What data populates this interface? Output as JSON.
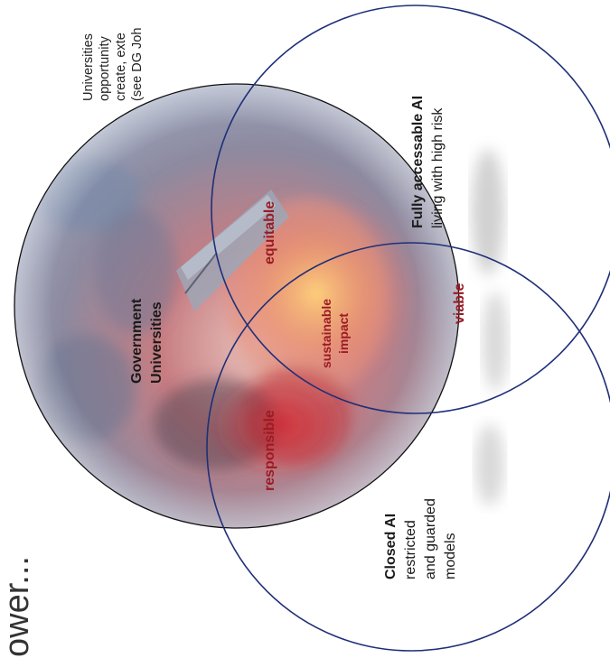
{
  "title_fragment": "ower...",
  "top_note": {
    "lines": [
      "Universities",
      "opportunity",
      "create, exte",
      "(see DG Joh"
    ]
  },
  "government_block": {
    "line1": "Government",
    "line2": "Universities"
  },
  "labels": {
    "equitable": "equitable",
    "sustainable_1": "sustainable",
    "sustainable_2": "impact",
    "viable": "viable",
    "responsible": "responsible"
  },
  "open_ai": {
    "title": "Fully accessable AI",
    "subtitle": "living with high risk"
  },
  "closed_ai": {
    "title": "Closed AI",
    "line1": "restricted",
    "line2": "and guarded",
    "line3": "models"
  },
  "colors": {
    "circle_stroke": "#1f2f78",
    "accent_red": "#9a1b25",
    "text": "#1a1a1a"
  }
}
